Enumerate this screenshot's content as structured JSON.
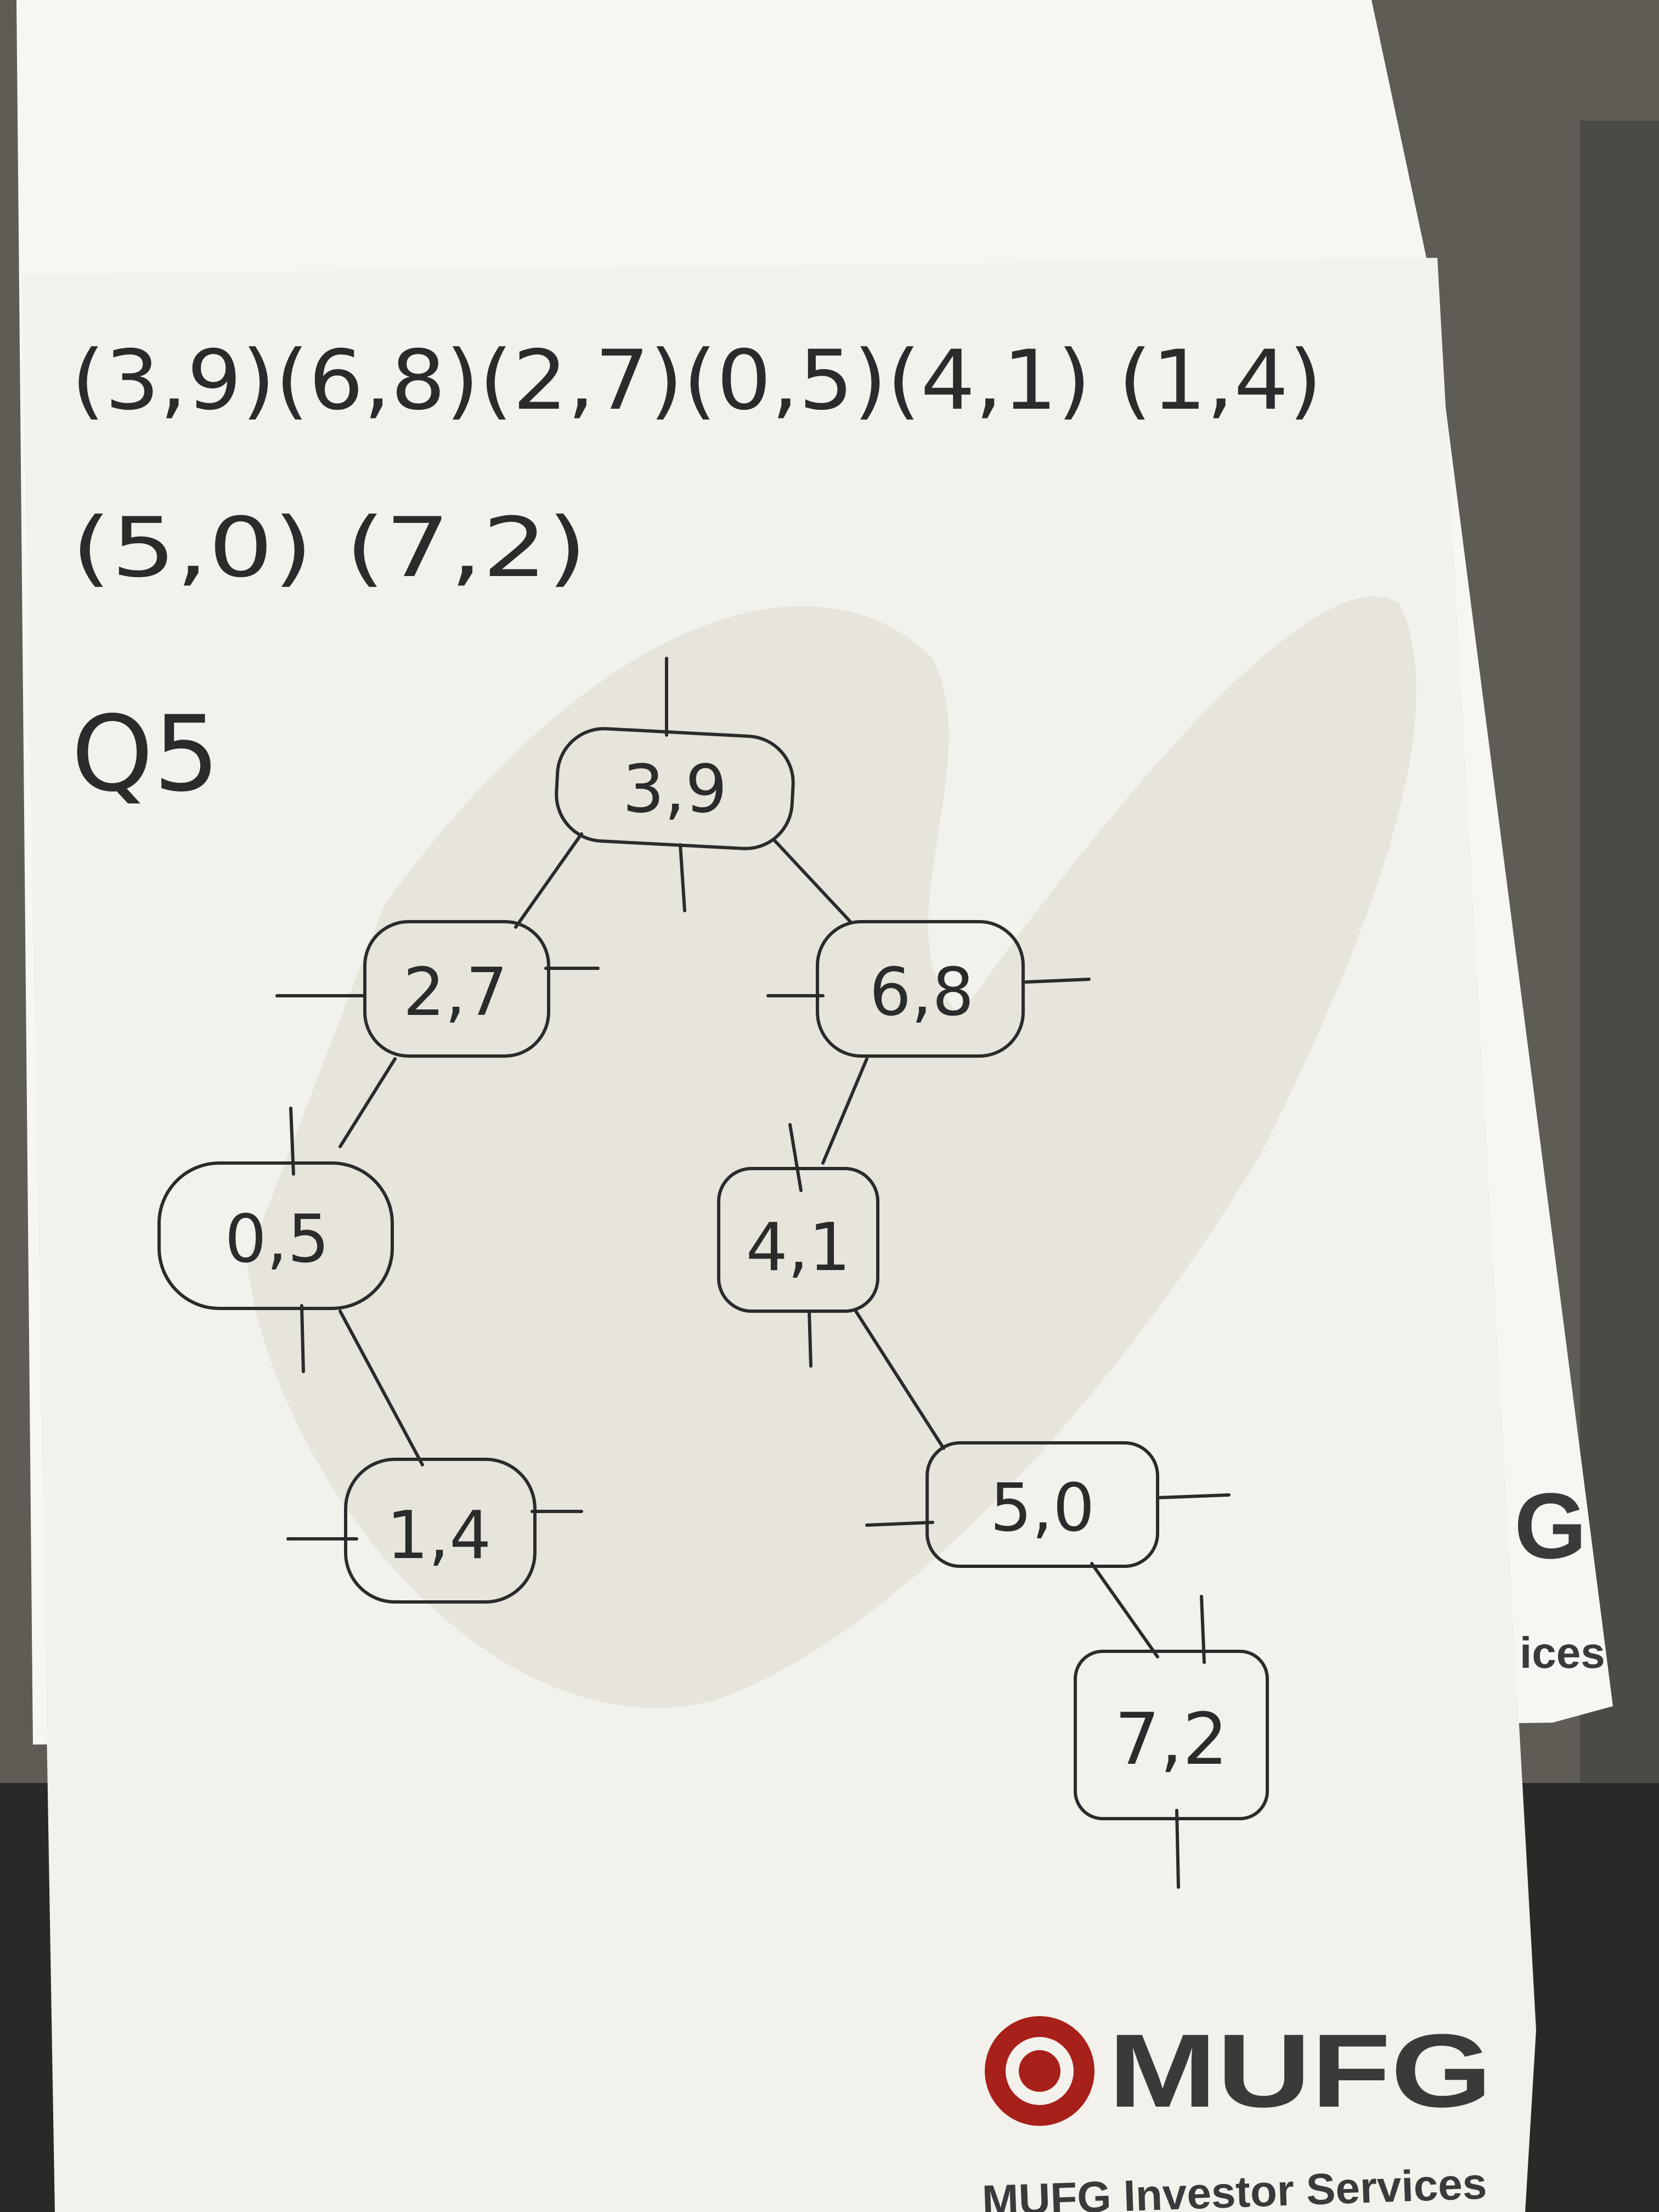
{
  "colors": {
    "background": "#5f5c55",
    "paper": "#f3f1ec",
    "paper_back": "#f7f6f2",
    "ink": "#2b2b2b",
    "brand_red": "#a8201a",
    "brand_gray": "#3a3a3a"
  },
  "sequence": {
    "line1": "(3,9)(6,8)(2,7)(0,5)(4,1) (1,4)",
    "line2": "(5,0) (7,2)"
  },
  "question_label": "Q5",
  "tree": {
    "nodes": [
      {
        "id": "n39",
        "label": "3,9"
      },
      {
        "id": "n27",
        "label": "2,7"
      },
      {
        "id": "n68",
        "label": "6,8"
      },
      {
        "id": "n05",
        "label": "0,5"
      },
      {
        "id": "n41",
        "label": "4,1"
      },
      {
        "id": "n14",
        "label": "1,4"
      },
      {
        "id": "n50",
        "label": "5,0"
      },
      {
        "id": "n72",
        "label": "7,2"
      }
    ],
    "edges": [
      [
        "n39",
        "n27"
      ],
      [
        "n39",
        "n68"
      ],
      [
        "n27",
        "n05"
      ],
      [
        "n05",
        "n14"
      ],
      [
        "n68",
        "n41"
      ],
      [
        "n41",
        "n50"
      ],
      [
        "n50",
        "n72"
      ]
    ]
  },
  "logo": {
    "brand": "MUFG",
    "tagline": "MUFG Investor Services",
    "back_partial_letter": "G",
    "back_partial_text": "ices"
  }
}
